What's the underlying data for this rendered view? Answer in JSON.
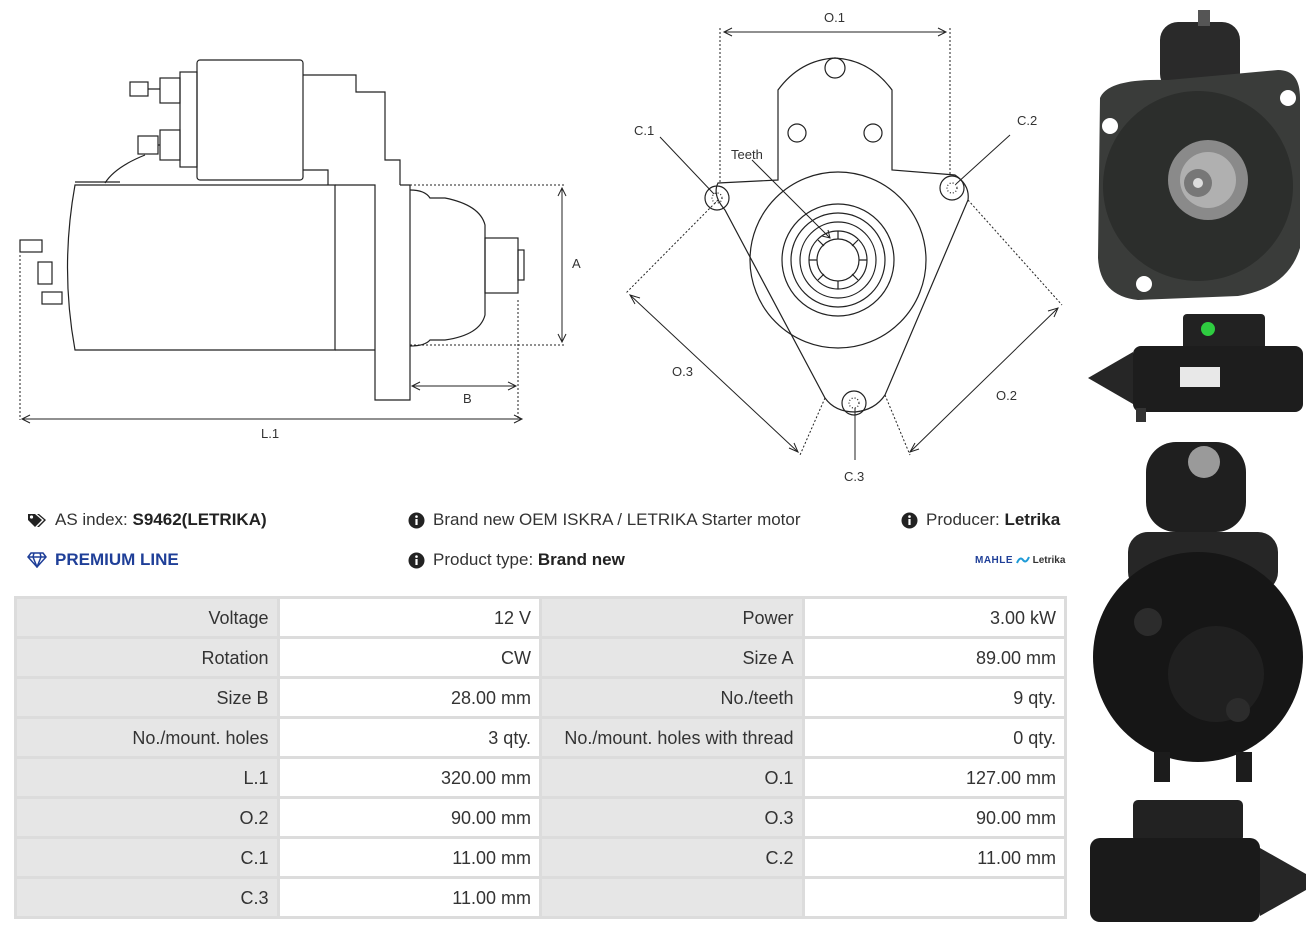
{
  "drawings": {
    "side_view": {
      "label_a": "A",
      "label_b": "B",
      "label_l1": "L.1"
    },
    "front_view": {
      "label_o1": "O.1",
      "label_o2": "O.2",
      "label_o3": "O.3",
      "label_c1": "C.1",
      "label_c2": "C.2",
      "label_c3": "C.3",
      "label_teeth": "Teeth"
    }
  },
  "info": {
    "as_index_label": "AS index:",
    "as_index_value": "S9462(LETRIKA)",
    "description": "Brand new OEM ISKRA / LETRIKA Starter motor",
    "producer_label": "Producer:",
    "producer_value": "Letrika",
    "premium": "PREMIUM LINE",
    "product_type_label": "Product type:",
    "product_type_value": "Brand new",
    "logo_mahle": "MAHLE",
    "logo_letrika": "Letrika"
  },
  "specs": [
    [
      "Voltage",
      "12 V",
      "Power",
      "3.00 kW"
    ],
    [
      "Rotation",
      "CW",
      "Size A",
      "89.00 mm"
    ],
    [
      "Size B",
      "28.00 mm",
      "No./teeth",
      "9 qty."
    ],
    [
      "No./mount. holes",
      "3 qty.",
      "No./mount. holes with thread",
      "0 qty."
    ],
    [
      "L.1",
      "320.00 mm",
      "O.1",
      "127.00 mm"
    ],
    [
      "O.2",
      "90.00 mm",
      "O.3",
      "90.00 mm"
    ],
    [
      "C.1",
      "11.00 mm",
      "C.2",
      "11.00 mm"
    ],
    [
      "C.3",
      "11.00 mm",
      "",
      ""
    ]
  ],
  "icons": {
    "tag": "tag-icon",
    "info": "info-icon",
    "diamond": "diamond-icon"
  },
  "colors": {
    "premium": "#1f3f98",
    "table_label_bg": "#e6e6e6",
    "table_border": "#dcdcdc",
    "photo_dark": "#2b2b2b"
  }
}
